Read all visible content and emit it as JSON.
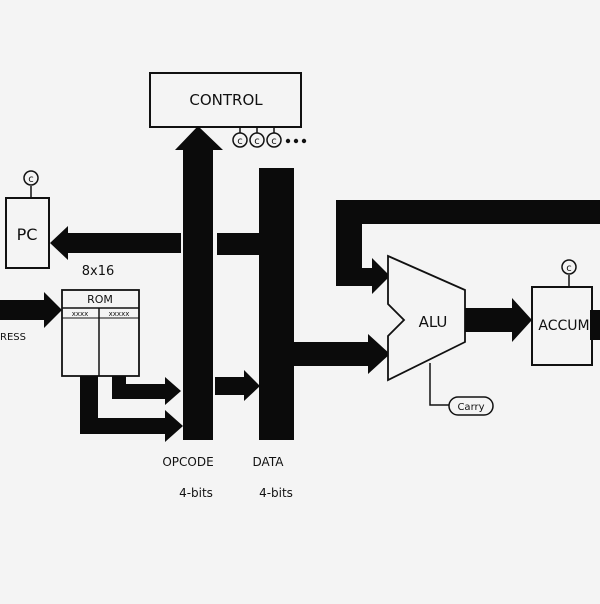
{
  "control": {
    "label": "CONTROL"
  },
  "pc": {
    "label": "PC",
    "clock": "c"
  },
  "rom": {
    "size": "8x16",
    "label": "ROM",
    "left_marks": "xxxx",
    "right_marks": "xxxxx"
  },
  "address": {
    "label": "RESS"
  },
  "alu": {
    "label": "ALU",
    "carry": "Carry"
  },
  "accum": {
    "label": "ACCUM",
    "clock": "c"
  },
  "control_signals": [
    "c",
    "c",
    "c"
  ],
  "opcode": {
    "label": "OPCODE",
    "bits": "4-bits"
  },
  "data": {
    "label": "DATA",
    "bits": "4-bits"
  },
  "colors": {
    "ink": "#0b0b0b",
    "paper": "#f4f4f4"
  }
}
